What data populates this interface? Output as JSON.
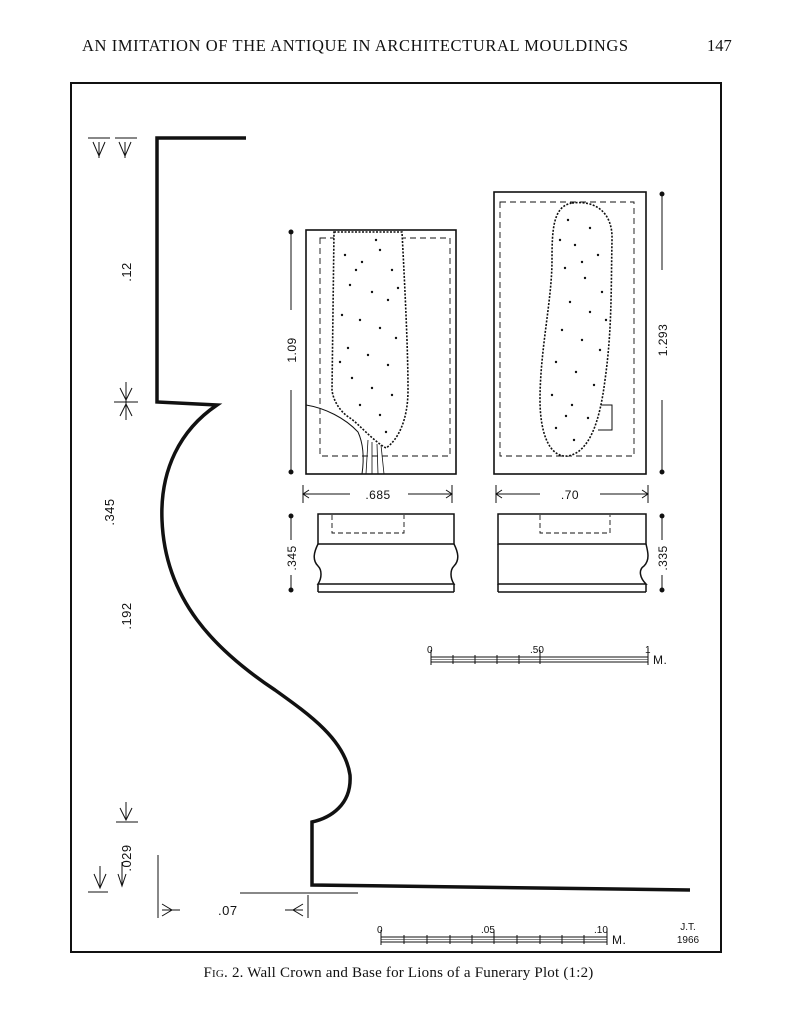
{
  "header": {
    "running_title": "AN IMITATION OF THE ANTIQUE IN ARCHITECTURAL MOULDINGS",
    "page_number": "147"
  },
  "figure": {
    "profile_dimensions": {
      "crown_height": ".12",
      "total_height": ".345",
      "curve_height": ".192",
      "base_height": ".029",
      "projection": ".07"
    },
    "left_block": {
      "height": "1.09",
      "width": ".685",
      "base_height": ".345"
    },
    "right_block": {
      "height": "1.293",
      "width": ".70",
      "base_height": ".335"
    },
    "scale_large": {
      "ticks": [
        "0",
        ".50",
        "1"
      ],
      "unit": "M."
    },
    "scale_small": {
      "ticks": [
        "0",
        ".05",
        ".10"
      ],
      "unit": "M."
    },
    "signature": {
      "initials": "J.T.",
      "year": "1966"
    }
  },
  "caption": {
    "label": "Fig. 2.",
    "text": "Wall Crown and Base for Lions of a Funerary Plot (1:2)"
  }
}
